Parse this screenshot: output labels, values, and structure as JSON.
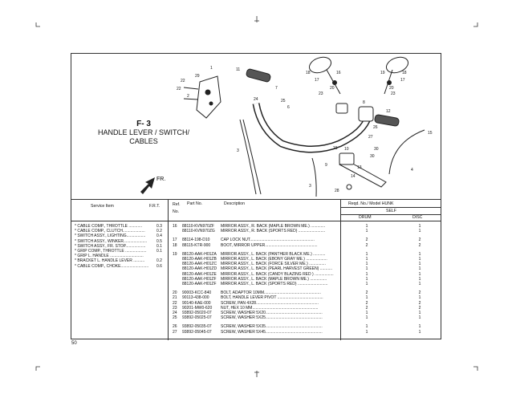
{
  "page_number": "50",
  "figure": {
    "number": "F- 3",
    "title_lines": [
      "HANDLE LEVER / SWITCH/",
      "CABLES"
    ],
    "arrow_label": "FR."
  },
  "callouts": [
    "1",
    "29",
    "22",
    "22",
    "2",
    "11",
    "7",
    "24",
    "25",
    "6",
    "18",
    "17",
    "16",
    "20",
    "23",
    "19",
    "18",
    "17",
    "20",
    "23",
    "8",
    "12",
    "26",
    "27",
    "15",
    "3",
    "21",
    "10",
    "30",
    "30",
    "9",
    "13",
    "14",
    "4",
    "3",
    "28"
  ],
  "table": {
    "service_item_header": "Service Item",
    "frt_header": "F.R.T.",
    "ref_header": "Ref. No.",
    "part_header": "Part No.",
    "desc_header": "Description",
    "reqd_header": "Reqd. No./ Model HUNK",
    "self_header": "SELF",
    "drum_header": "DRUM",
    "disc_header": "DISC",
    "service_items": [
      {
        "name": "* CABLE COMP., THROTTLE ............",
        "frt": "0.3"
      },
      {
        "name": "* CABLE COMP., CLUTCH....................",
        "frt": "0.2"
      },
      {
        "name": "* SWITCH ASSY., LIGHTING.................",
        "frt": "0.4"
      },
      {
        "name": "* SWITCH ASSY., WINKER.....................",
        "frt": "0.5"
      },
      {
        "name": "* SWITCH ASSY., FR. STOP..................",
        "frt": "0.1"
      },
      {
        "name": "* GRIP COMP., THROTTLE ...................",
        "frt": "0.1"
      },
      {
        "name": "* GRIP L. HANDLE ..............................",
        "frt": ""
      },
      {
        "name": "* BRACKET L. HANDLE LEVER ..........",
        "frt": "0.2"
      },
      {
        "name": "* CABLE COMP., CHOKE.........................",
        "frt": "0.6"
      }
    ],
    "parts": [
      {
        "ref": "16",
        "part": "88110-KVN970ZF",
        "desc": "MIRROR ASSY., R. BACK (MAPLE BROWN ME.) .............",
        "drum": "1",
        "disc": "1"
      },
      {
        "ref": "",
        "part": "88110-KVN970ZG",
        "desc": "MIRROR ASSY., R. BACK (SPORTS RED) ........................",
        "drum": "1",
        "disc": "1"
      },
      {
        "ref": "17",
        "part": "88114-198-D10",
        "desc": "CAP LOCK NUT..........................................................",
        "drum": "2",
        "disc": "2"
      },
      {
        "ref": "18",
        "part": "88115-KTR-900",
        "desc": "BOOT, MIRROR UPPER...............................................",
        "drum": "2",
        "disc": "2"
      },
      {
        "ref": "19",
        "part": "88120-AAK-H01ZA",
        "desc": "MIRROR ASSY., L. BACK (PANTHER BLACK ME.) ...........",
        "drum": "1",
        "disc": "1"
      },
      {
        "ref": "",
        "part": "88120-AAK-H01ZB",
        "desc": "MIRROR ASSY., L. BACK (EBONY GRAY ME.) ...................",
        "drum": "1",
        "disc": "1"
      },
      {
        "ref": "",
        "part": "88120-AAK-H01ZC",
        "desc": "MIRROR ASSY., L. BACK (FORCE SILVER ME.) ...............",
        "drum": "1",
        "disc": "1"
      },
      {
        "ref": "",
        "part": "88120-AAK-H01ZD",
        "desc": "MIRROR ASSY., L. BACK (PEARL HARVEST GREEN) ...........",
        "drum": "1",
        "disc": "1"
      },
      {
        "ref": "",
        "part": "88120-AAK-H01ZE",
        "desc": "MIRROR ASSY., L. BACK (CANDY BLAZING RED ) .................",
        "drum": "1",
        "disc": "1"
      },
      {
        "ref": "",
        "part": "88120-AAK-H01ZF",
        "desc": "MIRROR ASSY., L. BACK (MAPLE BROWN ME.) ...............",
        "drum": "1",
        "disc": "1"
      },
      {
        "ref": "",
        "part": "88120-AAK-H01ZF",
        "desc": "MIRROR ASSY., L. BACK (SPORTS RED) ...........................",
        "drum": "1",
        "disc": "1"
      },
      {
        "ref": "20",
        "part": "90003-KCC-840",
        "desc": "BOLT, ADAPTOR 10MM...................................................",
        "drum": "2",
        "disc": "2"
      },
      {
        "ref": "21",
        "part": "90113-438-000",
        "desc": "BOLT, HANDLE LEVER PIVOT .........................................",
        "drum": "1",
        "disc": "1"
      },
      {
        "ref": "22",
        "part": "90140-KAE-000",
        "desc": "SCREW, PAN 4X28........................................................",
        "drum": "2",
        "disc": "2"
      },
      {
        "ref": "23",
        "part": "90201-MW0-620",
        "desc": "NUT, HEX 10 MM...........................................................",
        "drum": "2",
        "disc": "2"
      },
      {
        "ref": "24",
        "part": "93892-05020-07",
        "desc": "SCREW, WASHER 5X20...................................................",
        "drum": "1",
        "disc": "1"
      },
      {
        "ref": "25",
        "part": "93892-05025-07",
        "desc": "SCREW, WASHER 5X25...................................................",
        "drum": "1",
        "disc": "1"
      },
      {
        "ref": "26",
        "part": "93892-05035-07",
        "desc": "SCREW, WASHER 5X35...................................................",
        "drum": "1",
        "disc": "1"
      },
      {
        "ref": "27",
        "part": "93892-05045-07",
        "desc": "SCREW, WASHER 5X45...................................................",
        "drum": "1",
        "disc": "1"
      }
    ]
  }
}
